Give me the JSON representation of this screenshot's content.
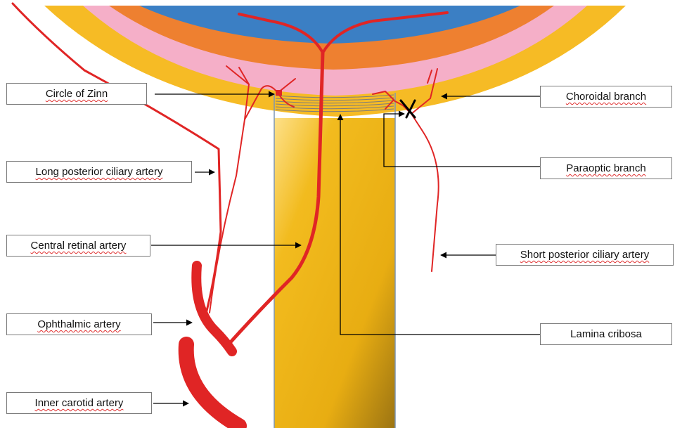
{
  "colors": {
    "optic_nerve": "#f2bb1e",
    "optic_nerve_dark": "#9c7412",
    "sclera": "#f6bb25",
    "choroid": "#f5afc8",
    "retina": "#ee8030",
    "vitreous": "#3b7fc4",
    "artery": "#e02525",
    "label_border": "#7a7a7a"
  },
  "labels": {
    "circle_of_zinn": "Circle of Zinn",
    "long_posterior_ciliary_artery": "Long posterior ciliary artery",
    "central_retinal_artery": "Central retinal artery",
    "ophthalmic_artery": "Ophthalmic artery",
    "inner_carotid_artery": "Inner carotid artery",
    "choroidal_branch": "Choroidal branch",
    "paraoptic_branch": "Paraoptic branch",
    "short_posterior_ciliary_artery": "Short posterior ciliary artery",
    "lamina_cribosa": "Lamina cribosa"
  },
  "marker": {
    "blocked_symbol": "✕"
  },
  "icons": [
    "arrow-icon",
    "cross-mark-icon"
  ]
}
